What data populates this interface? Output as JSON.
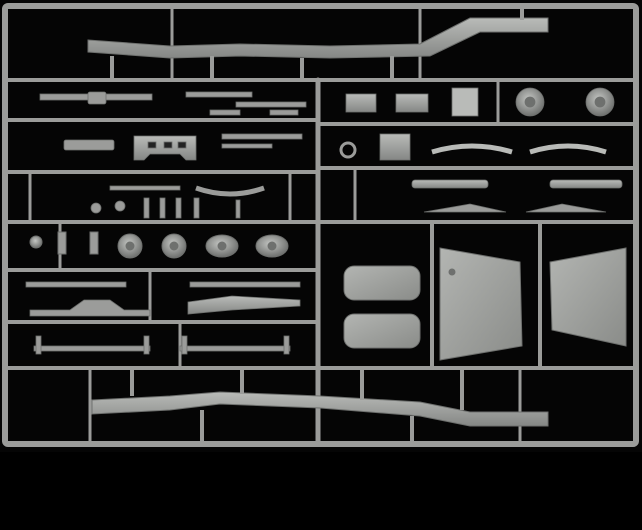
{
  "scene": {
    "title": "",
    "background_color": "#050505",
    "plastic_color": "#9b9c9a",
    "plastic_light": "#b9bbb8",
    "plastic_dark": "#6e706e",
    "subject": "plastic-model-kit-sprue",
    "parts": [
      "chassis-frame-rail-top",
      "chassis-frame-rail-bottom",
      "axle-assembly",
      "brake-drums",
      "wheel-hubs",
      "leaf-springs",
      "exhaust-pipes",
      "mudguard-panels",
      "fender-panels",
      "fuel-tank-pieces",
      "bracket-pieces"
    ]
  }
}
